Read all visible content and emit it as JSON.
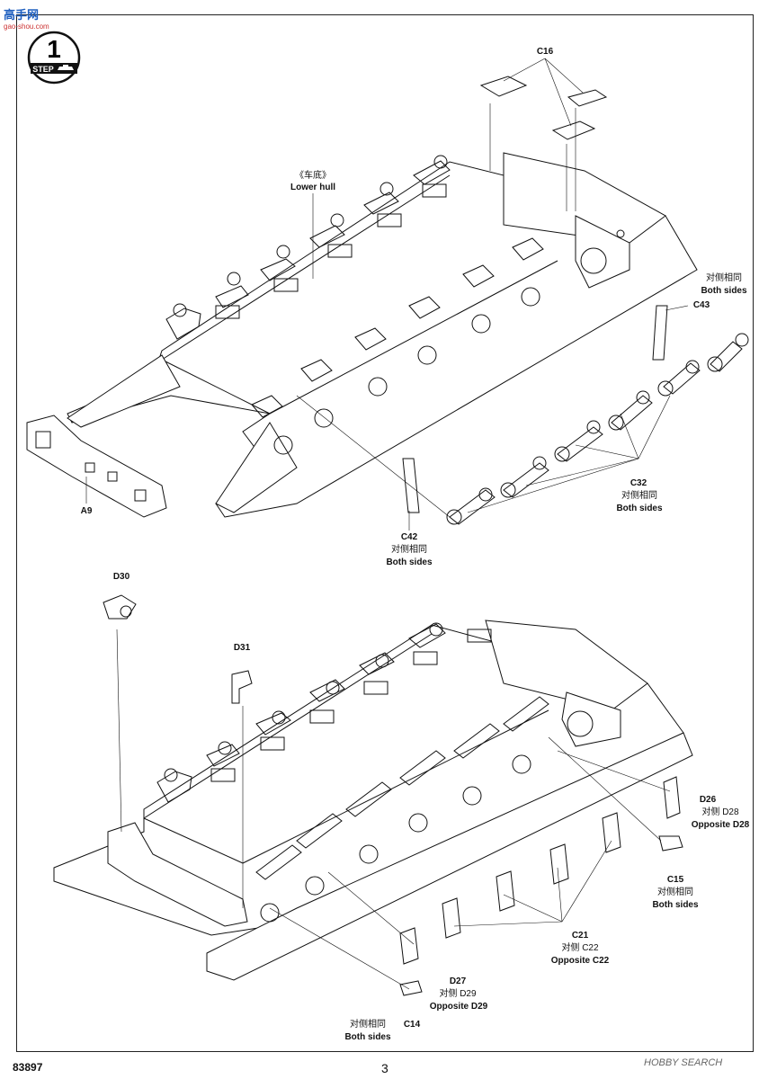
{
  "header": {
    "watermark_top_left": "高手网",
    "watermark_top_left_sub": "gao-shou.com",
    "step_number": "1",
    "step_word": "STEP"
  },
  "top_assembly": {
    "part_c16": "C16",
    "lower_hull_cn": "《车底》",
    "lower_hull_en": "Lower hull",
    "both_sides_cn_1": "对侧相同",
    "both_sides_en_1": "Both sides",
    "part_c43": "C43",
    "part_c32": "C32",
    "c32_cn": "对侧相同",
    "c32_en": "Both sides",
    "part_a9": "A9",
    "part_c42": "C42",
    "c42_cn": "对侧相同",
    "c42_en": "Both sides"
  },
  "bottom_assembly": {
    "part_d30": "D30",
    "part_d31": "D31",
    "part_d26": "D26",
    "d26_cn": "对侧 D28",
    "d26_en": "Opposite D28",
    "part_c15": "C15",
    "c15_cn": "对侧相同",
    "c15_en": "Both sides",
    "part_c21": "C21",
    "c21_cn": "对侧 C22",
    "c21_en": "Opposite C22",
    "part_d27": "D27",
    "d27_cn": "对侧 D29",
    "d27_en": "Opposite D29",
    "part_c14": "C14",
    "c14_cn": "对侧相同",
    "c14_en": "Both sides"
  },
  "footer": {
    "kit_code": "83897",
    "page_number": "3",
    "watermark_bottom_right": "HOBBY SEARCH"
  }
}
